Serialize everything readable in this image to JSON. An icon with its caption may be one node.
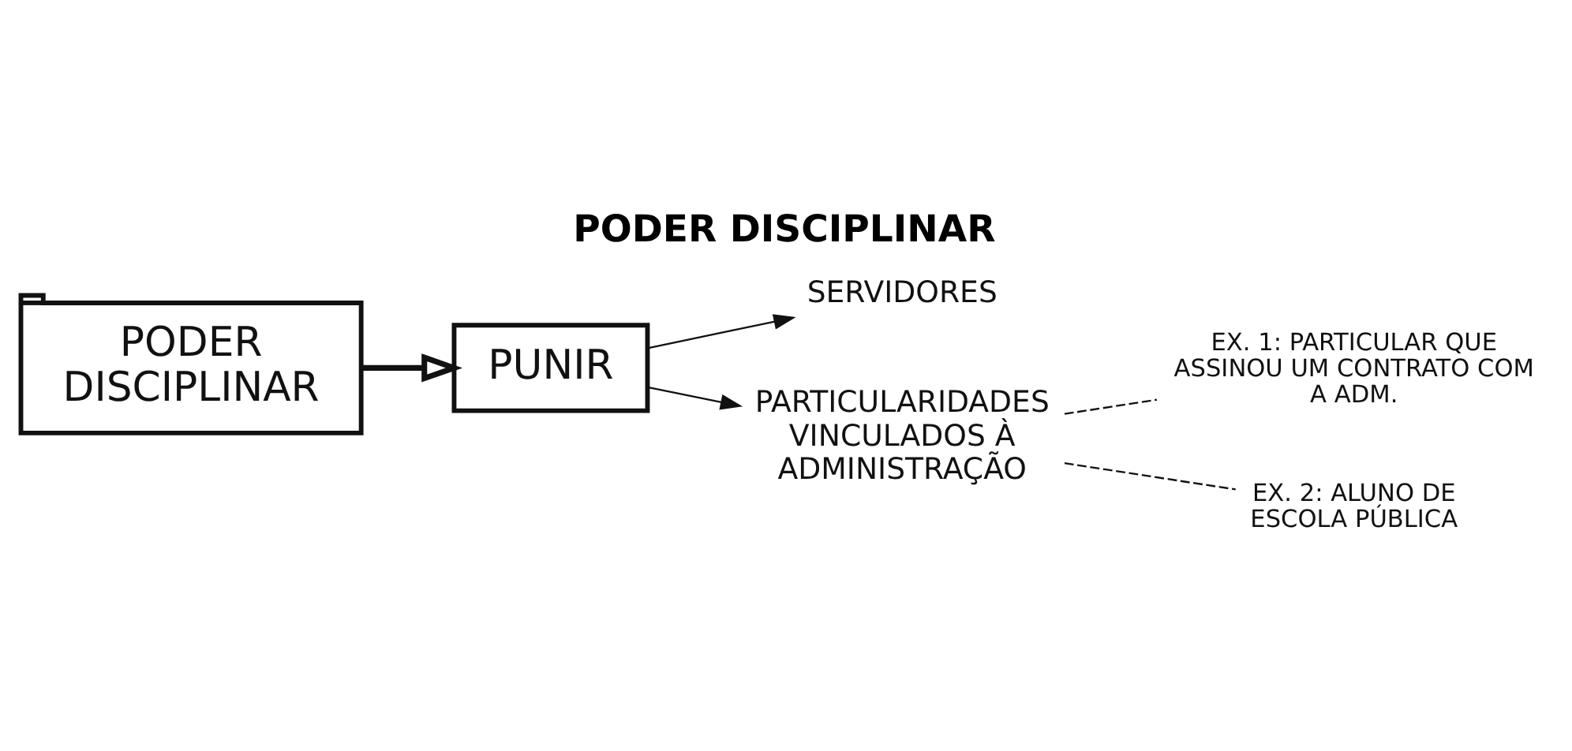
{
  "diagram": {
    "title": "PODER DISCIPLINAR",
    "nodes": [
      {
        "text": [
          "PODER DISCIPLINAR"
        ]
      },
      {
        "text": [
          "PUNIR"
        ]
      },
      {
        "text": [
          "SERVIDORES"
        ]
      },
      {
        "text": [
          "PARTICULARIDADES VINCULADOS À ADMINISTRAÇÃO"
        ]
      },
      {
        "text": [
          "EX. 1: PARTICULAR QUE ASSINOU UM CONTRATO COM A ADM."
        ]
      },
      {
        "text": [
          "EX. 2: ALUNO DE ESCOLA PÚBLICA"
        ]
      }
    ],
    "edges": [
      {
        "from": 0,
        "to": 1,
        "arrow": "to",
        "style": "thick"
      },
      {
        "from": 1,
        "to": 2,
        "arrow": "to"
      },
      {
        "from": 1,
        "to": 3,
        "arrow": "to"
      },
      {
        "from": 3,
        "to": 4,
        "arrow": "none",
        "style": "dashed"
      },
      {
        "from": 3,
        "to": 5,
        "arrow": "none",
        "style": "dashed"
      }
    ]
  }
}
